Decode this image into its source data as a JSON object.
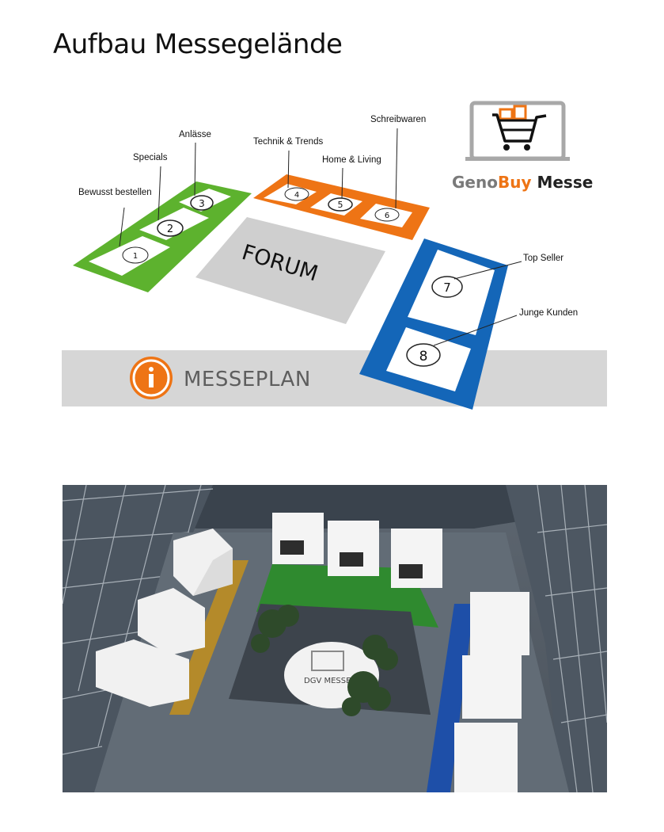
{
  "page": {
    "title": "Aufbau Messegelände"
  },
  "logo": {
    "brand_part1": "Geno",
    "brand_part2": "Buy",
    "brand_part3": " Messe",
    "icon": "shopping-cart-laptop-icon"
  },
  "banner": {
    "label": "MESSEPLAN",
    "icon": "info-icon"
  },
  "forum": {
    "label": "FORUM"
  },
  "booths": [
    {
      "number": "1",
      "label": "Bewusst bestellen"
    },
    {
      "number": "2",
      "label": "Specials"
    },
    {
      "number": "3",
      "label": "Anlässe"
    },
    {
      "number": "4",
      "label": "Technik & Trends"
    },
    {
      "number": "5",
      "label": "Home & Living"
    },
    {
      "number": "6",
      "label": "Schreibwaren"
    },
    {
      "number": "7",
      "label": "Top Seller"
    },
    {
      "number": "8",
      "label": "Junge Kunden"
    }
  ],
  "photo": {
    "plaza_text": "DGV MESSE"
  },
  "colors": {
    "green": "#5db22e",
    "orange": "#ee7415",
    "blue": "#1466b8",
    "grey": "#cfcfcf",
    "banner": "#d6d6d6"
  }
}
